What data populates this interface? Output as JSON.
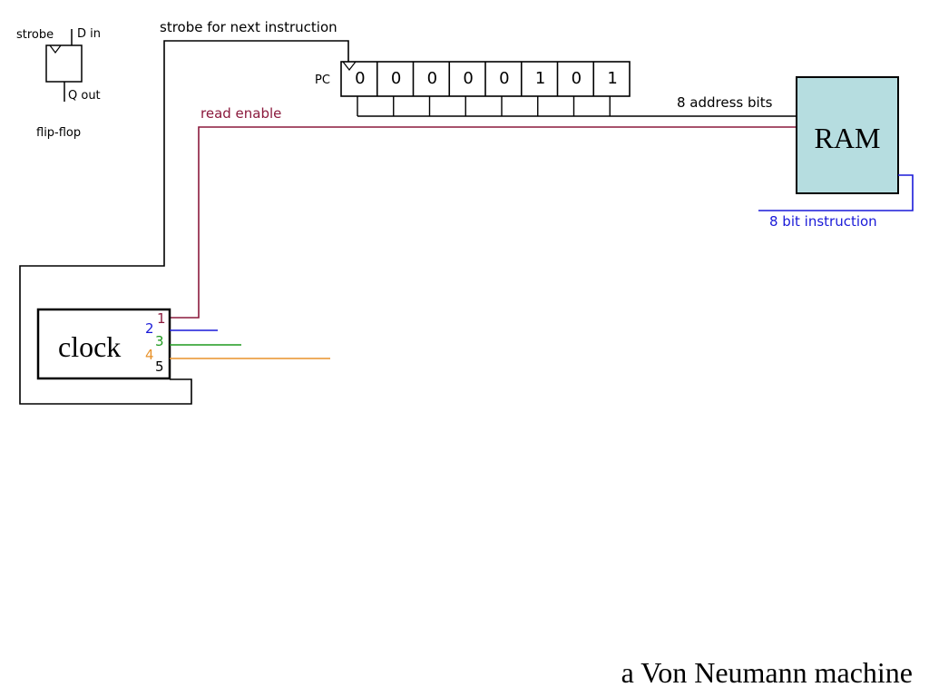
{
  "flipflop": {
    "strobe_label": "strobe",
    "d_in_label": "D in",
    "q_out_label": "Q out",
    "caption": "flip-flop"
  },
  "signals": {
    "strobe_next": "strobe for next instruction",
    "read_enable": "read enable",
    "address_bits": "8 address bits",
    "instruction": "8 bit instruction"
  },
  "pc": {
    "label": "PC",
    "bits": [
      "0",
      "0",
      "0",
      "0",
      "0",
      "1",
      "0",
      "1"
    ]
  },
  "ram": {
    "label": "RAM"
  },
  "clock": {
    "label": "clock",
    "outputs": [
      "1",
      "2",
      "3",
      "4",
      "5"
    ]
  },
  "colors": {
    "black": "#000000",
    "read_enable": "#8b1a3d",
    "instruction": "#1a1ad8",
    "output_2": "#1a1ad8",
    "output_3": "#1f9a1f",
    "output_4": "#e8922a",
    "ram_fill": "#b6dde0"
  },
  "caption": "a Von Neumann machine"
}
